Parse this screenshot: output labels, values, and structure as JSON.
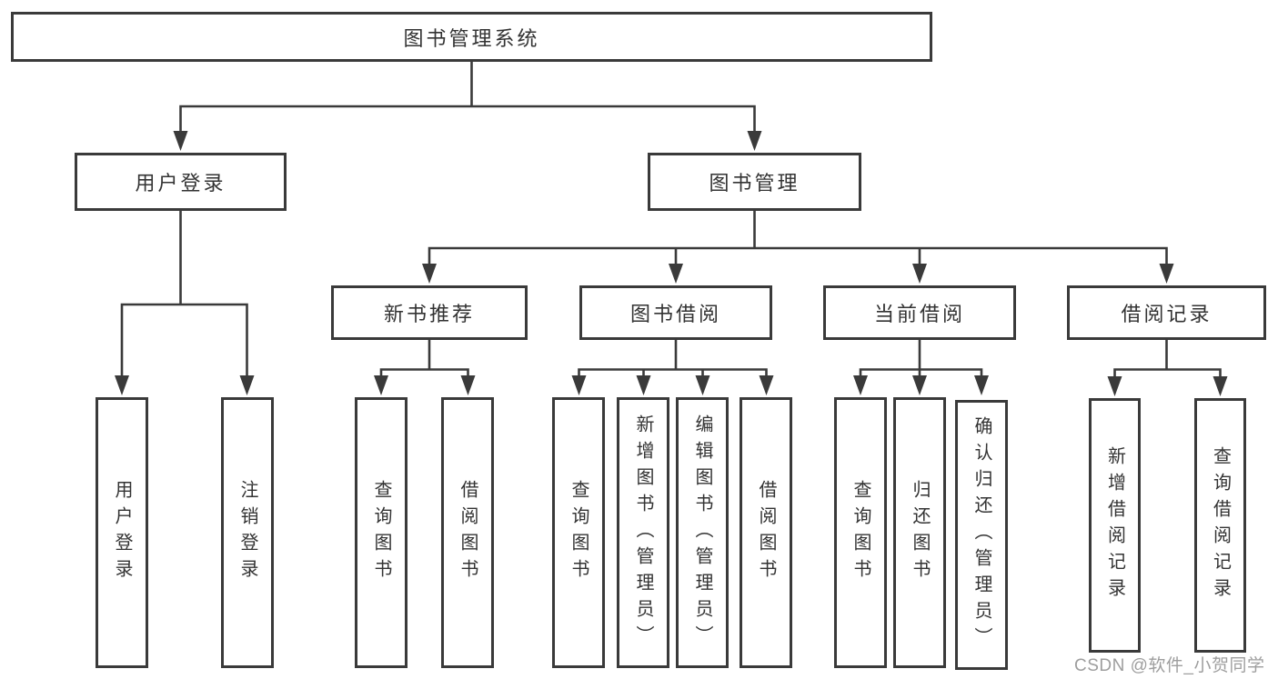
{
  "colors": {
    "line": "#3a3a3a",
    "box_border": "#3a3a3a",
    "box_bg": "#ffffff",
    "text": "#333333",
    "watermark_text": "#9e9e9e",
    "background": "#ffffff"
  },
  "tree": {
    "root": {
      "label": "图书管理系统"
    },
    "children": [
      {
        "label": "用户登录",
        "children": [
          {
            "label": "用户登录"
          },
          {
            "label": "注销登录"
          }
        ]
      },
      {
        "label": "图书管理",
        "children": [
          {
            "label": "新书推荐",
            "children": [
              {
                "label": "查询图书"
              },
              {
                "label": "借阅图书"
              }
            ]
          },
          {
            "label": "图书借阅",
            "children": [
              {
                "label": "查询图书"
              },
              {
                "label": "新增图书（管理员）"
              },
              {
                "label": "编辑图书（管理员）"
              },
              {
                "label": "借阅图书"
              }
            ]
          },
          {
            "label": "当前借阅",
            "children": [
              {
                "label": "查询图书"
              },
              {
                "label": "归还图书"
              },
              {
                "label": "确认归还（管理员）"
              }
            ]
          },
          {
            "label": "借阅记录",
            "children": [
              {
                "label": "新增借阅记录"
              },
              {
                "label": "查询借阅记录"
              }
            ]
          }
        ]
      }
    ]
  },
  "watermark": "CSDN @软件_小贺同学"
}
